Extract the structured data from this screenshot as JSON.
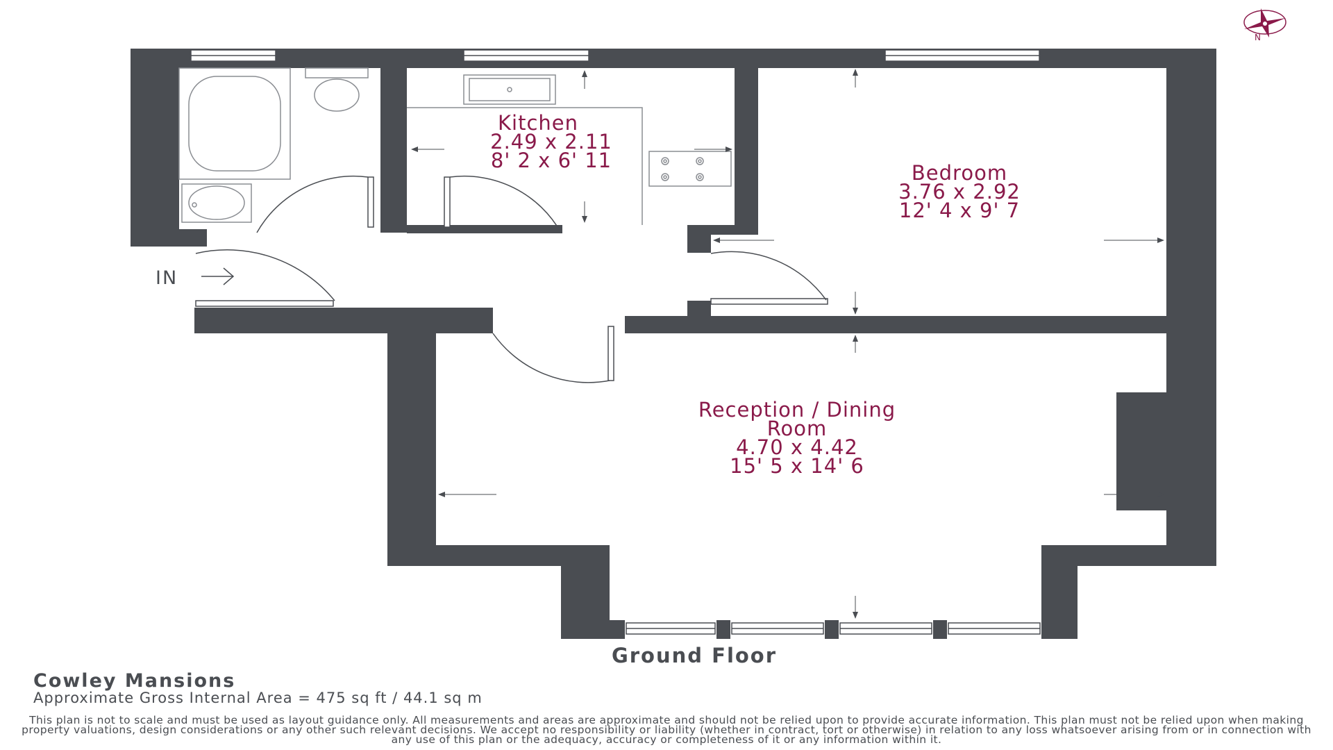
{
  "plan": {
    "floor_title": "Ground Floor",
    "entrance_label": "IN",
    "compass_label": "N",
    "colors": {
      "wall": "#4a4d52",
      "label": "#8a1a4a",
      "fixture": "#8a8d92"
    },
    "rooms": {
      "kitchen": {
        "name": "Kitchen",
        "metric": "2.49 x 2.11",
        "imperial": "8' 2 x 6' 11"
      },
      "bedroom": {
        "name": "Bedroom",
        "metric": "3.76 x 2.92",
        "imperial": "12' 4 x 9' 7"
      },
      "reception": {
        "name_line1": "Reception / Dining",
        "name_line2": "Room",
        "metric": "4.70 x 4.42",
        "imperial": "15' 5 x 14' 6"
      }
    }
  },
  "property": {
    "name": "Cowley Mansions",
    "area": "Approximate Gross Internal Area = 475 sq ft / 44.1 sq m"
  },
  "disclaimer": "This plan is not to scale and must be used as layout guidance only. All measurements and areas are approximate and should not be relied upon to provide accurate information. This plan must not be relied upon when making property valuations, design considerations or any other such relevant decisions. We accept no responsibility or liability (whether in contract, tort or otherwise) in relation to any loss whatsoever arising from or in connection with any use of this plan or the adequacy, accuracy or completeness of it or any information within it."
}
